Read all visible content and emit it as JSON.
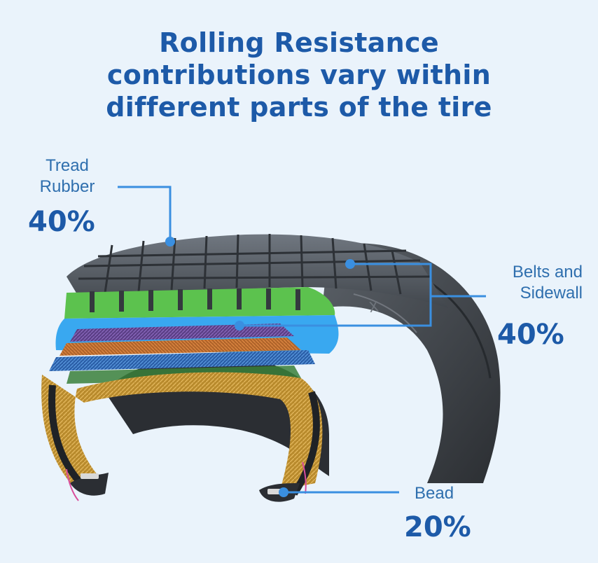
{
  "title": {
    "line1": "Rolling Resistance",
    "line2": "contributions vary within",
    "line3": "different parts of the tire"
  },
  "callouts": {
    "tread": {
      "label_line1": "Tread",
      "label_line2": "Rubber",
      "percent": "40%"
    },
    "belts": {
      "label_line1": "Belts and",
      "label_line2": "Sidewall",
      "percent": "40%"
    },
    "bead": {
      "label": "Bead",
      "percent": "20%"
    }
  },
  "colors": {
    "title": "#1d5aa8",
    "label": "#2f6fae",
    "leader_line": "#3a8fe0",
    "tread_layer": "#5cc24e",
    "belt_layer": "#39a8f0",
    "tire_rubber": "#4a4f55",
    "background": "#eaf3fb"
  }
}
